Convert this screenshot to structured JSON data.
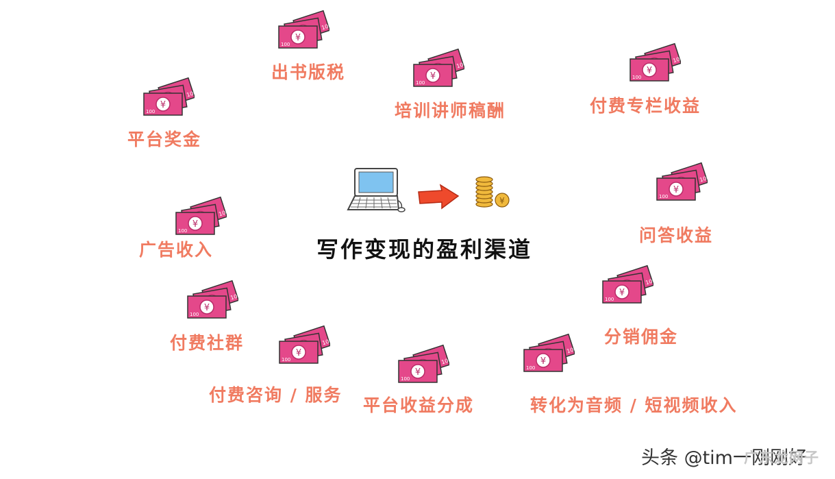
{
  "title": "写作变现的盈利渠道",
  "bill_symbol": "¥",
  "bill_value": "100",
  "channels": [
    {
      "label": "出书版税"
    },
    {
      "label": "培训讲师稿酬"
    },
    {
      "label": "付费专栏收益"
    },
    {
      "label": "平台奖金"
    },
    {
      "label": "问答收益"
    },
    {
      "label": "广告收入"
    },
    {
      "label": "分销佣金"
    },
    {
      "label": "付费社群"
    },
    {
      "label": "付费咨询 / 服务"
    },
    {
      "label": "平台收益分成"
    },
    {
      "label": "转化为音频 / 短视频收入"
    }
  ],
  "watermark": "头条 @tim一刚刚好",
  "watermark_overlay": "广东龙网子",
  "colors": {
    "accent": "#f07b61",
    "bill": "#e4488a",
    "bill_dark": "#b92b68",
    "coin": "#f0b93c",
    "arrow": "#ee4a2c",
    "screen": "#7fc3f0"
  },
  "icons": [
    "money-bill-icon",
    "laptop-icon",
    "right-arrow-icon",
    "coin-stack-icon"
  ]
}
